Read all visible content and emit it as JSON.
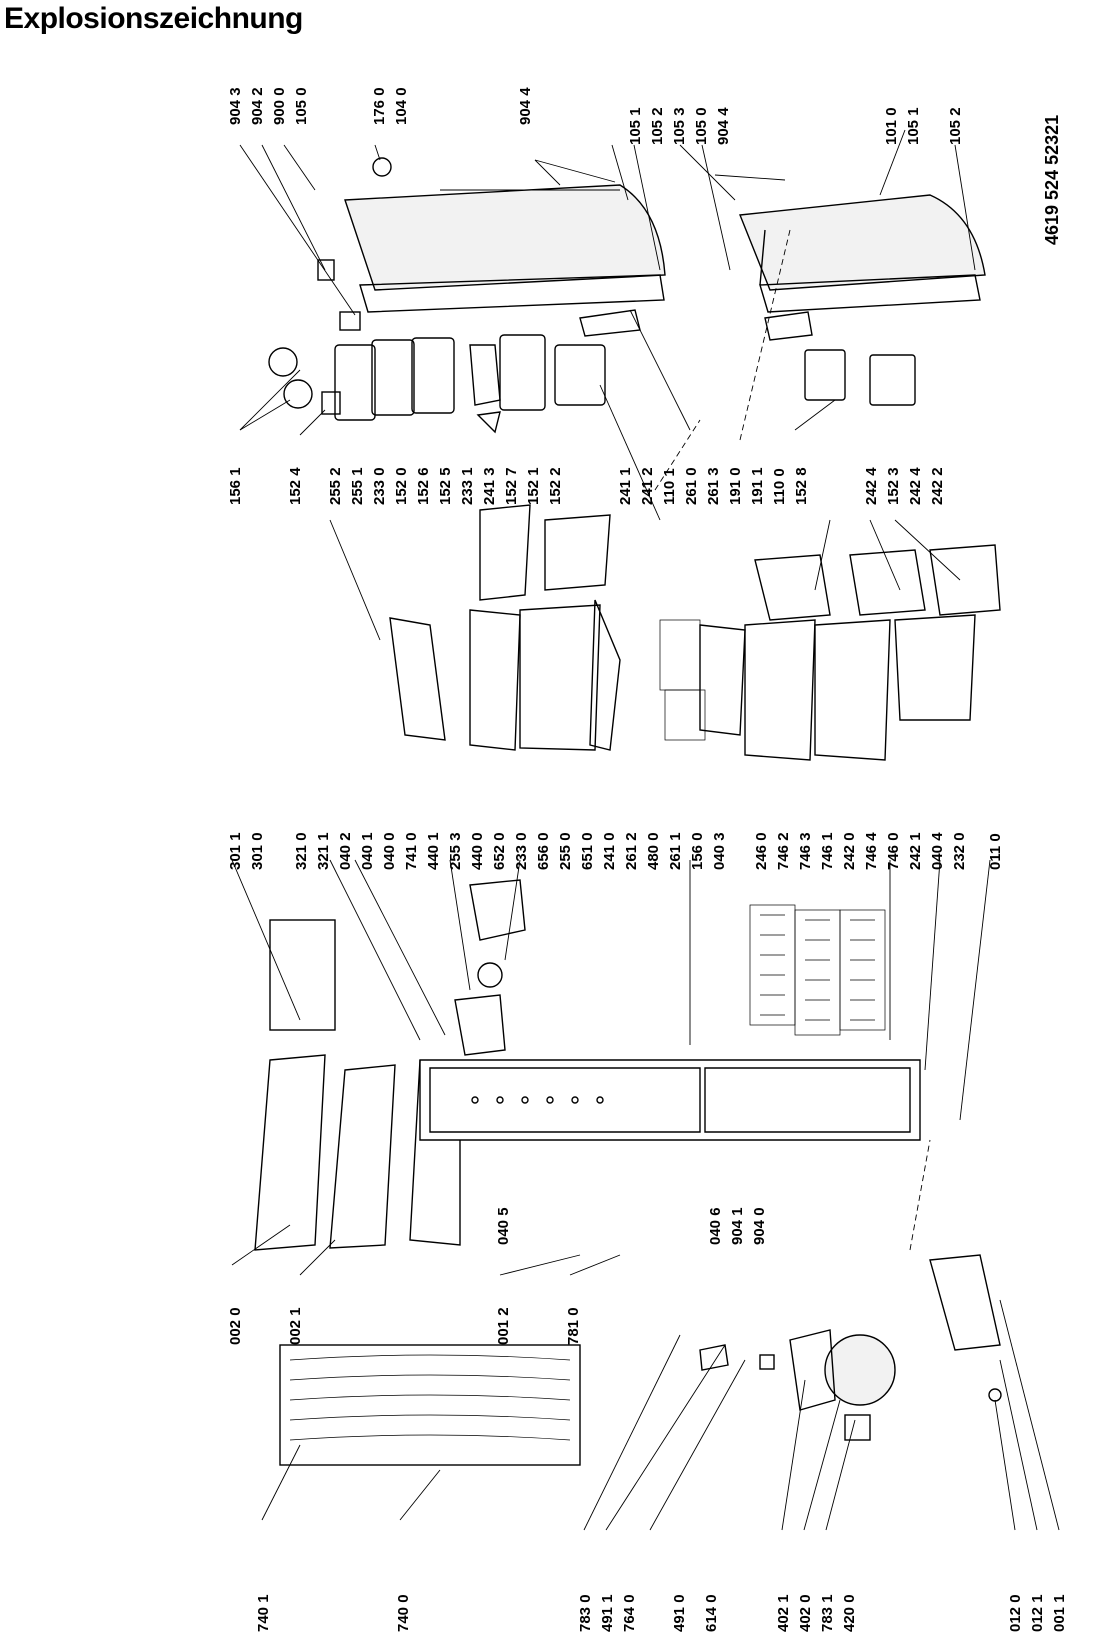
{
  "title": "Explosionszeichnung",
  "document_number": "4619 524 52321",
  "labels": [
    "904 3",
    "904 2",
    "900 0",
    "105 0",
    "176 0",
    "104 0",
    "904 4",
    "105 1",
    "105 2",
    "105 3",
    "105 0",
    "904 4",
    "101 0",
    "105 1",
    "105 2",
    "156 1",
    "152 4",
    "255 2",
    "255 1",
    "233 0",
    "152 0",
    "152 6",
    "152 5",
    "233 1",
    "241 3",
    "152 7",
    "152 1",
    "152 2",
    "241 1",
    "241 2",
    "110 1",
    "261 0",
    "261 3",
    "191 0",
    "191 1",
    "110 0",
    "152 8",
    "242 4",
    "152 3",
    "242 4",
    "242 2",
    "301 1",
    "301 0",
    "321 0",
    "321 1",
    "040 2",
    "040 1",
    "040 0",
    "741 0",
    "440 1",
    "255 3",
    "440 0",
    "652 0",
    "233 0",
    "656 0",
    "255 0",
    "651 0",
    "241 0",
    "261 2",
    "480 0",
    "261 1",
    "156 0",
    "040 3",
    "246 0",
    "746 2",
    "746 3",
    "746 1",
    "242 0",
    "746 4",
    "746 0",
    "242 1",
    "040 4",
    "232 0",
    "011 0",
    "002 0",
    "002 1",
    "001 2",
    "781 0",
    "040 5",
    "040 6",
    "904 1",
    "904 0",
    "740 1",
    "740 0",
    "783 0",
    "491 1",
    "764 0",
    "491 0",
    "614 0",
    "402 1",
    "402 0",
    "783 1",
    "420 0",
    "012 0",
    "012 1",
    "001 1"
  ]
}
